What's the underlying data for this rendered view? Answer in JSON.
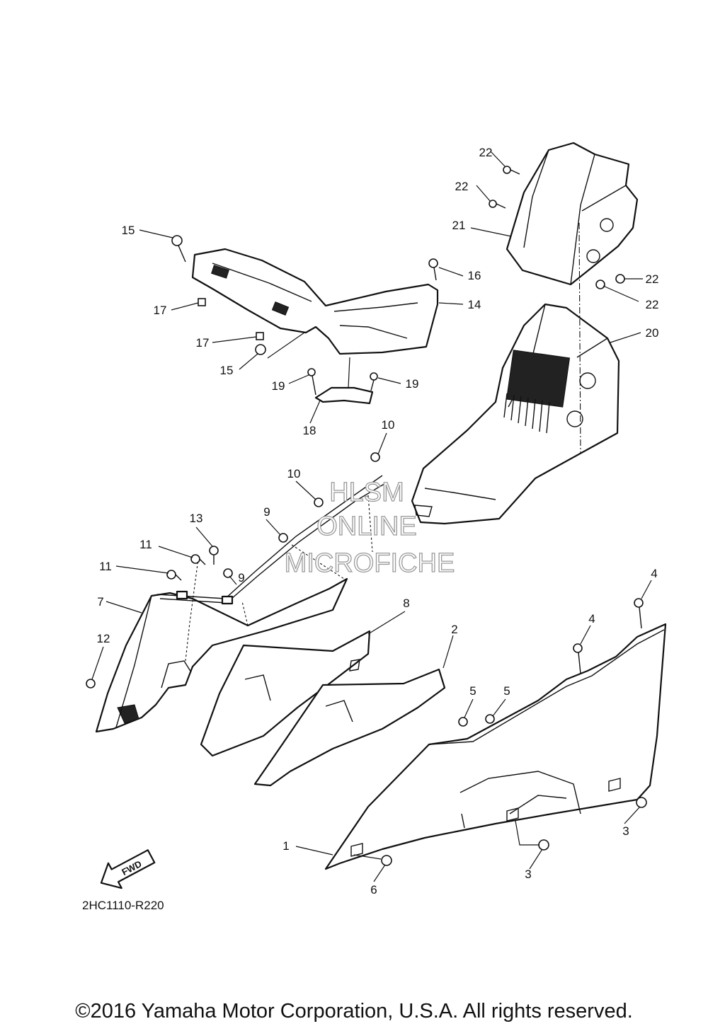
{
  "diagram": {
    "callouts": [
      "1",
      "2",
      "3",
      "4",
      "5",
      "6",
      "7",
      "8",
      "9",
      "10",
      "11",
      "12",
      "13",
      "14",
      "15",
      "16",
      "17",
      "18",
      "19",
      "20",
      "21",
      "22"
    ],
    "direction_label": "FWD",
    "watermark": [
      "HLSM",
      "ONLINE",
      "MICROFICHE"
    ],
    "drawing_code": "2HC1110-R220"
  },
  "footer": {
    "copyright": "©2016 Yamaha Motor Corporation, U.S.A. All rights reserved."
  }
}
